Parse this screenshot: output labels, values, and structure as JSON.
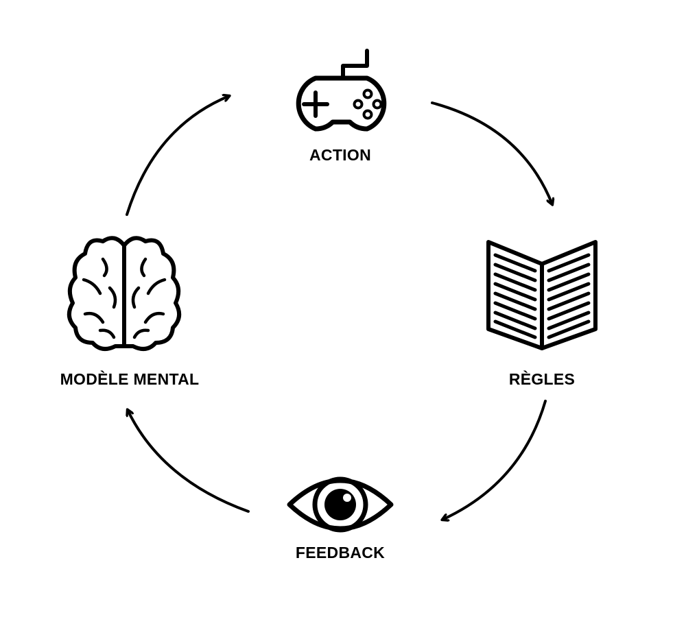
{
  "nodes": {
    "action": {
      "label": "ACTION",
      "icon": "gamepad-icon"
    },
    "rules": {
      "label": "RÈGLES",
      "icon": "open-book-icon"
    },
    "feedback": {
      "label": "FEEDBACK",
      "icon": "eye-icon"
    },
    "mental_model": {
      "label": "MODÈLE MENTAL",
      "icon": "brain-icon"
    }
  },
  "colors": {
    "foreground": "#000000",
    "background": "#ffffff"
  }
}
